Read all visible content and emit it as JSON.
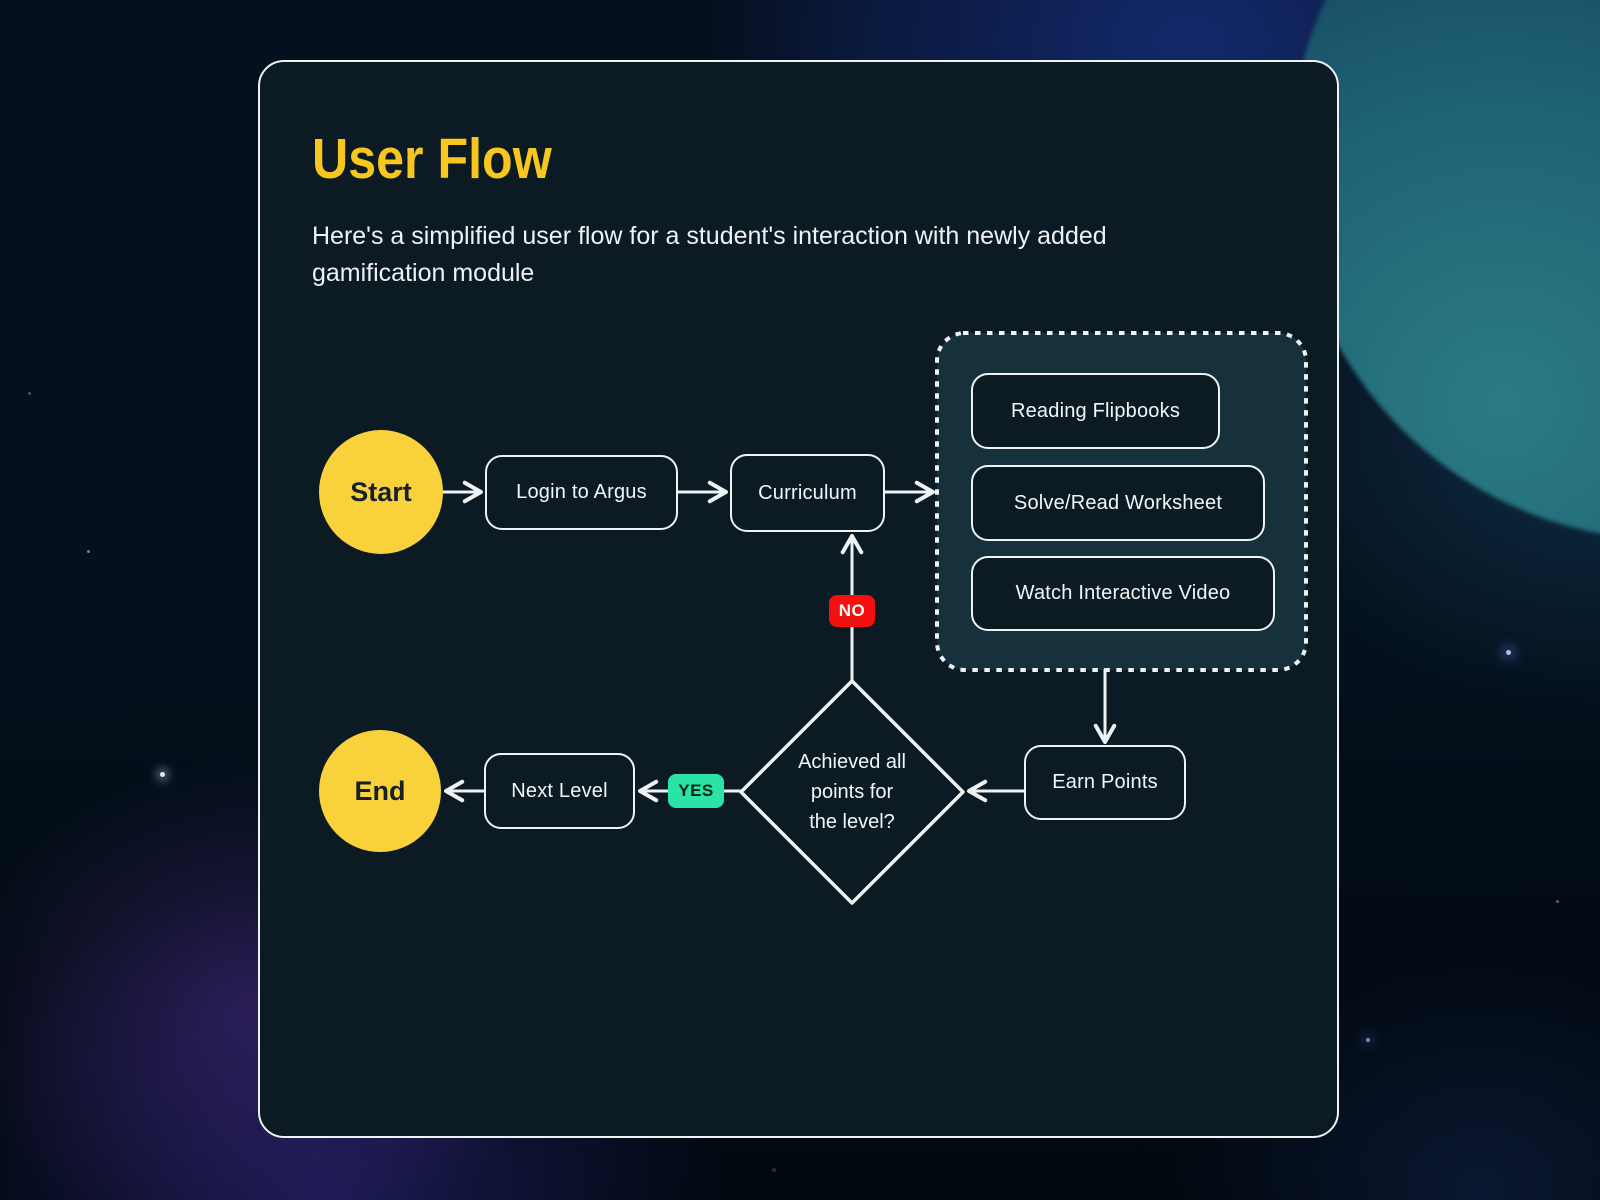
{
  "page": {
    "title": "User Flow",
    "subtitle": "Here's a simplified user flow for a student's interaction with newly added gamification module"
  },
  "flow": {
    "start_label": "Start",
    "login_label": "Login to Argus",
    "curriculum_label": "Curriculum",
    "activities": [
      "Reading Flipbooks",
      "Solve/Read Worksheet",
      "Watch Interactive Video"
    ],
    "earn_points_label": "Earn Points",
    "decision_lines": [
      "Achieved all",
      "points for",
      "the level?"
    ],
    "no_label": "NO",
    "yes_label": "YES",
    "next_level_label": "Next Level",
    "end_label": "End"
  },
  "colors": {
    "title_yellow": "#F7C71F",
    "terminal_yellow": "#F9D13B",
    "no_red": "#F50F0F",
    "yes_green": "#2BE3A4",
    "panel_background": "#0B1A23",
    "group_background": "#16313C",
    "stroke_white": "#EEF2F2"
  }
}
